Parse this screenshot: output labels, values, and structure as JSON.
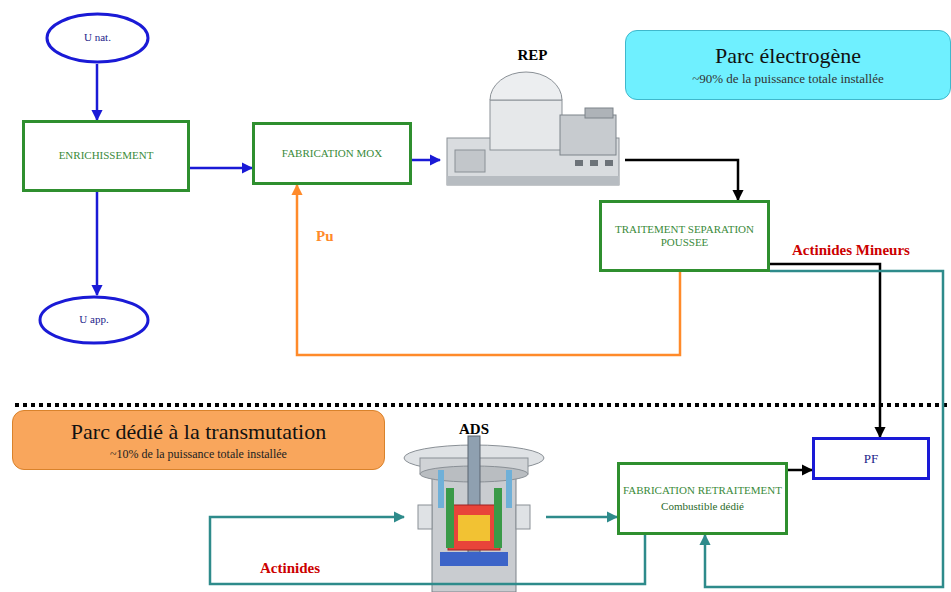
{
  "diagram": {
    "nodes": [
      {
        "text": [
          "U nat."
        ]
      },
      {
        "text": [
          "ENRICHISSEMENT"
        ]
      },
      {
        "text": [
          "FABRICATION MOX"
        ]
      },
      {
        "text": [
          "REP"
        ]
      },
      {
        "text": [
          "Parc électrogène",
          "~90% de la puissance totale installée"
        ]
      },
      {
        "text": [
          "TRAITEMENT SEPARATION POUSSEE"
        ]
      },
      {
        "text": [
          "U app."
        ]
      },
      {
        "text": [
          "Parc dédié à la transmutation",
          "~10% de la puissance totale installée"
        ]
      },
      {
        "text": [
          "ADS"
        ]
      },
      {
        "text": [
          "FABRICATION RETRAITEMENT",
          "Combustible dédié"
        ]
      },
      {
        "text": [
          "PF"
        ]
      }
    ],
    "edges": [
      {
        "from": 0,
        "to": 1,
        "arrow": "to"
      },
      {
        "from": 1,
        "to": 2,
        "arrow": "to"
      },
      {
        "from": 1,
        "to": 6,
        "arrow": "to"
      },
      {
        "from": 2,
        "to": 3,
        "arrow": "to"
      },
      {
        "from": 3,
        "to": 5,
        "arrow": "to"
      },
      {
        "from": 5,
        "to": 2,
        "label": "Pu",
        "arrow": "to"
      },
      {
        "from": 5,
        "to": 10,
        "arrow": "to"
      },
      {
        "from": 5,
        "to": 9,
        "label": "Actinides Mineurs",
        "arrow": "to"
      },
      {
        "from": 9,
        "to": 10,
        "arrow": "to"
      },
      {
        "from": 8,
        "to": 9,
        "arrow": "to"
      },
      {
        "from": 9,
        "to": 8,
        "label": "Actinides",
        "arrow": "to"
      }
    ]
  }
}
